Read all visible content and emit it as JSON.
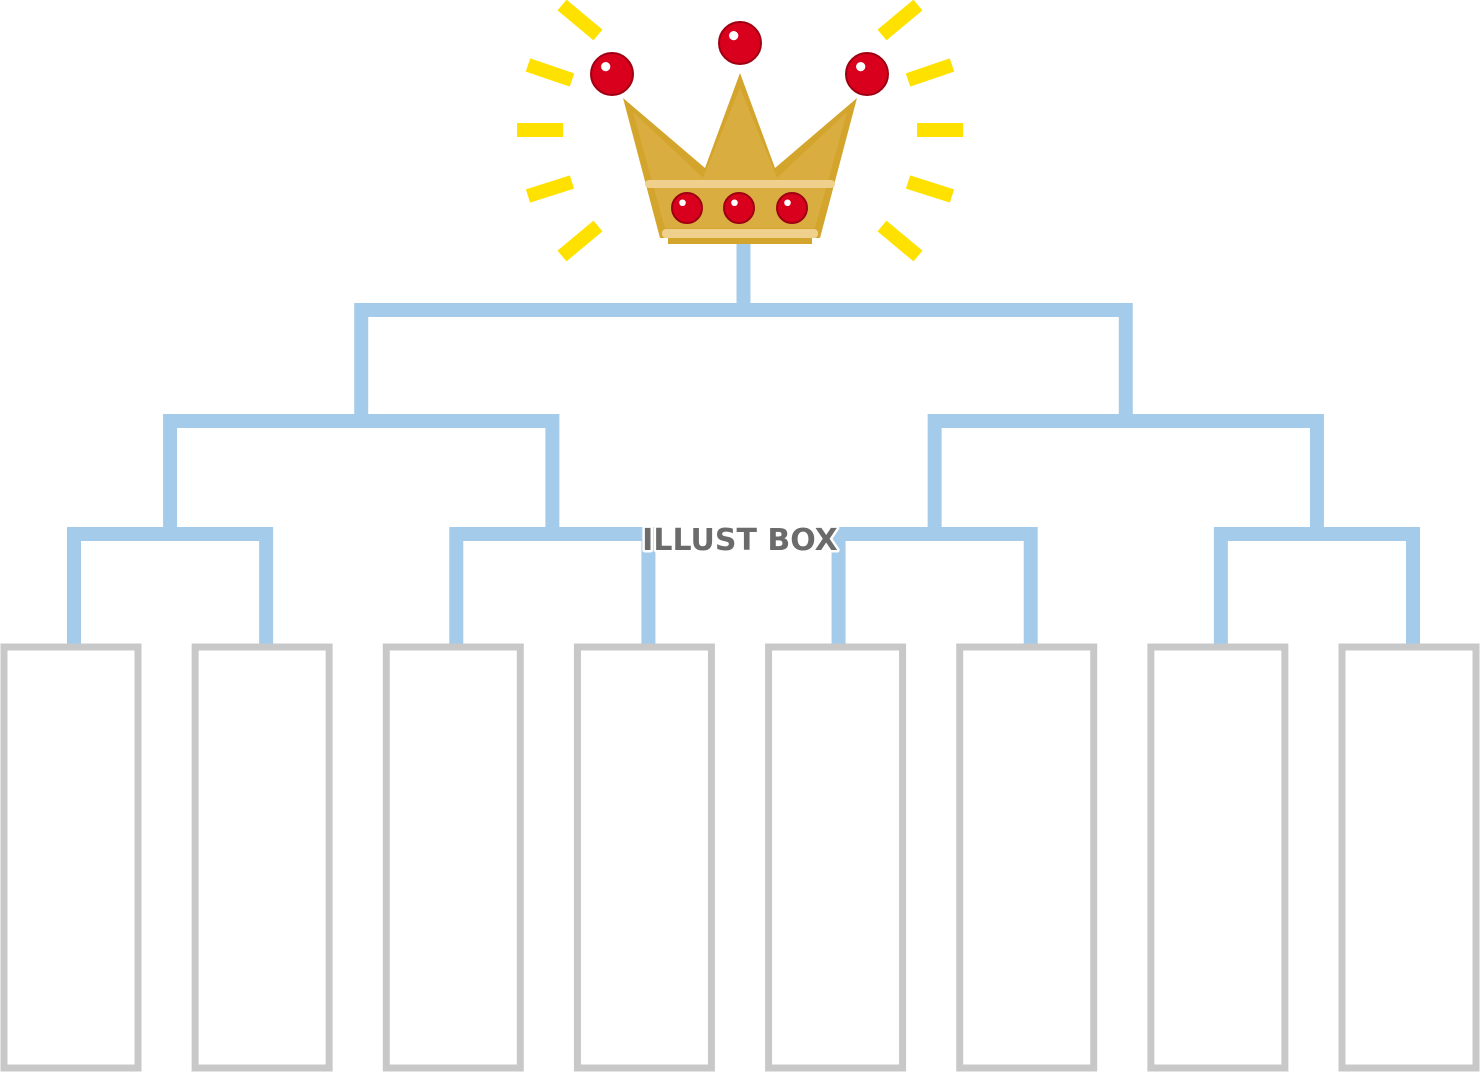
{
  "watermark": {
    "text": "ILLUST BOX"
  },
  "bracket": {
    "rounds": 3,
    "entry_slots": 8,
    "entry_labels": [
      "",
      "",
      "",
      "",
      "",
      "",
      "",
      ""
    ]
  },
  "crown": {
    "top_jewels": 3,
    "band_jewels": 3
  },
  "colors": {
    "bracket_line": "#a5cbea",
    "slot_border": "#c8c8c8",
    "crown_gold": "#d4a52c",
    "crown_gold_light": "#e3b95a",
    "crown_band": "#efd08c",
    "jewel_red": "#d8001c",
    "jewel_dark": "#9e0012",
    "sparkle_yellow": "#ffe100",
    "watermark_fill": "#6b6b6b",
    "watermark_outline": "#ffffff"
  }
}
